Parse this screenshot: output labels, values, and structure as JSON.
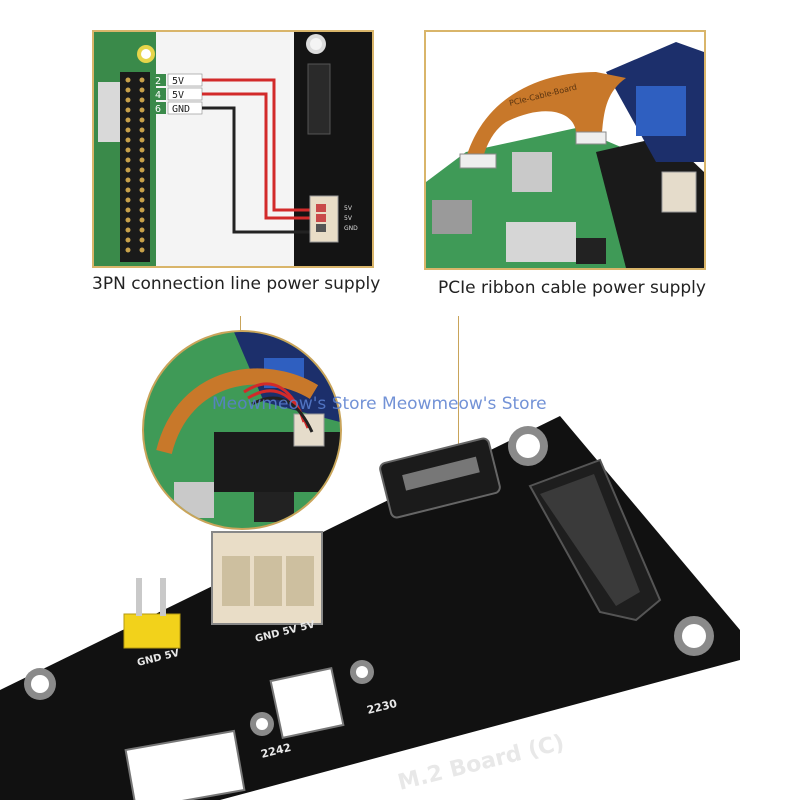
{
  "panels": {
    "left": {
      "caption": "3PN connection line power supply",
      "pins": [
        {
          "num": "2",
          "label": "5V"
        },
        {
          "num": "4",
          "label": "5V"
        },
        {
          "num": "6",
          "label": "GND"
        }
      ],
      "connector_labels": [
        "5V",
        "5V",
        "GND"
      ]
    },
    "right": {
      "caption": "PCIe ribbon cable power supply",
      "ribbon_text": "PCIe-Cable-Board"
    }
  },
  "watermark": "Meowmeow's Store Meowmeow's Store",
  "board": {
    "title": "M.2 Board (C)",
    "header_label": "GND 5V",
    "connector_label": "GND 5V 5V",
    "size_labels": [
      "2242",
      "2230"
    ]
  },
  "colors": {
    "frame_border": "#d9b56a",
    "pcb_black": "#111111",
    "pcb_green": "#3a8a4a",
    "ribbon_orange": "#c8782a",
    "wire_red": "#d22a2a",
    "yellow_header": "#f2d21b"
  }
}
